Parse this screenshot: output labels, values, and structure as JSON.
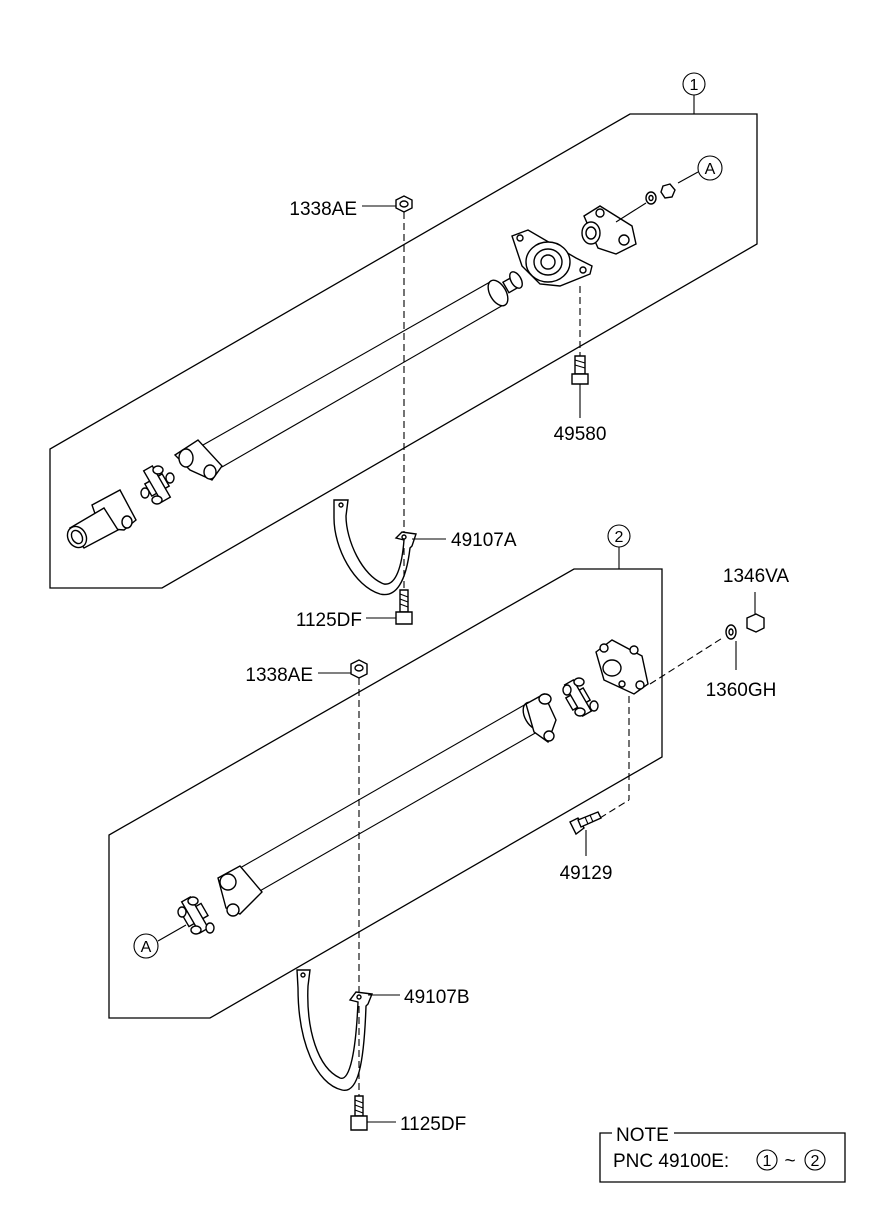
{
  "assembly_1": {
    "marker": "1",
    "labels": {
      "nut_top": "1338AE",
      "bolt": "49580",
      "ref_a": "A",
      "bracket": "49107A",
      "bracket_bolt": "1125DF"
    }
  },
  "assembly_2": {
    "marker": "2",
    "labels": {
      "nut_top": "1338AE",
      "nut_right": "1346VA",
      "washer": "1360GH",
      "bolt": "49129",
      "ref_a": "A",
      "bracket": "49107B",
      "bracket_bolt": "1125DF"
    }
  },
  "note": {
    "title": "NOTE",
    "text": "PNC  49100E:",
    "range_start": "1",
    "range_sep": "~",
    "range_end": "2"
  }
}
